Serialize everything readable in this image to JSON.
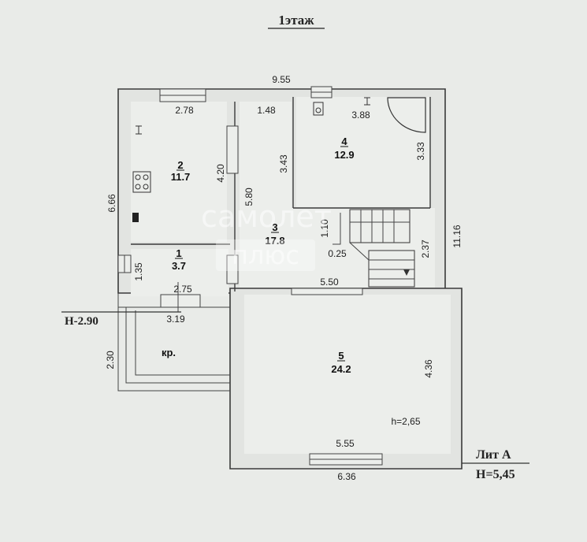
{
  "title": "1этаж",
  "rooms": [
    {
      "number": "1",
      "area": "3.7"
    },
    {
      "number": "2",
      "area": "11.7"
    },
    {
      "number": "3",
      "area": "17.8"
    },
    {
      "number": "4",
      "area": "12.9"
    },
    {
      "number": "5",
      "area": "24.2"
    }
  ],
  "porch_label": "кр.",
  "dimensions": {
    "top_width": "9.55",
    "room2_width": "2.78",
    "room3_width": "1.48",
    "room4_width": "3.88",
    "room2_height": "4.20",
    "room3_height": "5.80",
    "room3_inner": "3.43",
    "room4_height": "3.33",
    "left_height": "6.66",
    "right_height": "11.16",
    "room1_height": "1.35",
    "room1_width": "2.75",
    "porch_width": "3.19",
    "porch_height": "2.30",
    "stair_height": "1.10",
    "stair_gap": "0.25",
    "stair_side": "2.37",
    "hall_width": "5.50",
    "room5_height": "4.36",
    "room5_inner_width": "5.55",
    "bottom_width": "6.36",
    "ceiling_height": "h=2,65"
  },
  "levels": {
    "porch_level": "Н-2.90",
    "building_label": "Лит А",
    "building_height": "Н=5,45"
  },
  "watermark": {
    "line1": "самолет",
    "line2": "плюс"
  }
}
